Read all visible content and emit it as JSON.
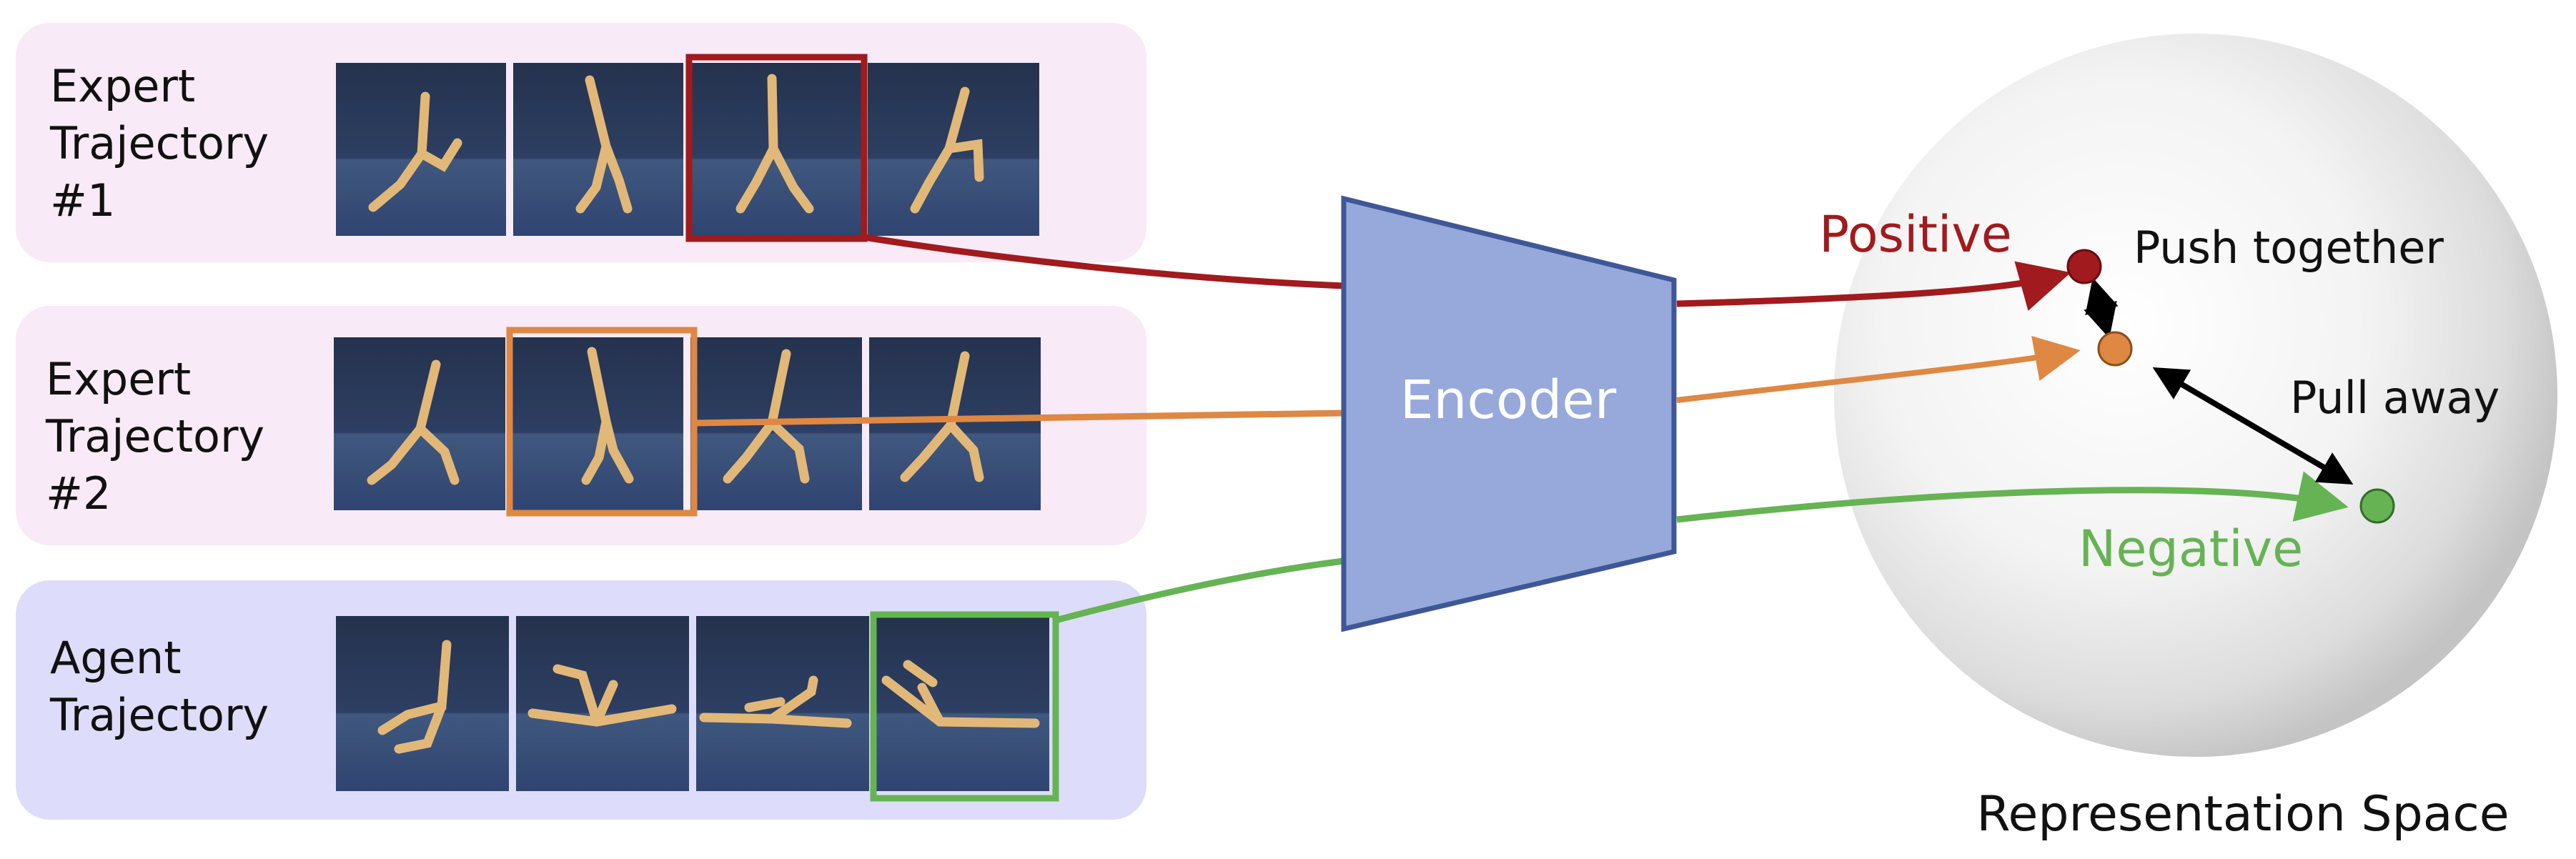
{
  "panels": [
    {
      "label_lines": [
        "Expert",
        "Trajectory",
        "#1"
      ],
      "fill": "#f8eaf6"
    },
    {
      "label_lines": [
        "Expert",
        "Trajectory",
        "#2"
      ],
      "fill": "#f8eaf6"
    },
    {
      "label_lines": [
        "Agent",
        "Trajectory"
      ],
      "fill": "#dddcfa"
    }
  ],
  "encoder": {
    "label": "Encoder",
    "fill": "#97a8da",
    "stroke": "#3f5797"
  },
  "annotations": {
    "positive": "Positive",
    "negative": "Negative",
    "push_together": "Push together",
    "pull_away": "Pull away"
  },
  "space": {
    "title": "Representation Space"
  },
  "colors": {
    "positive": "#a11a1d",
    "anchor": "#de8843",
    "negative": "#66b354",
    "arrow_black": "#000000"
  },
  "icons": [
    "walker-robot-frame-icon",
    "expert-frame-selection-icon",
    "anchor-frame-selection-icon",
    "agent-frame-selection-icon"
  ]
}
